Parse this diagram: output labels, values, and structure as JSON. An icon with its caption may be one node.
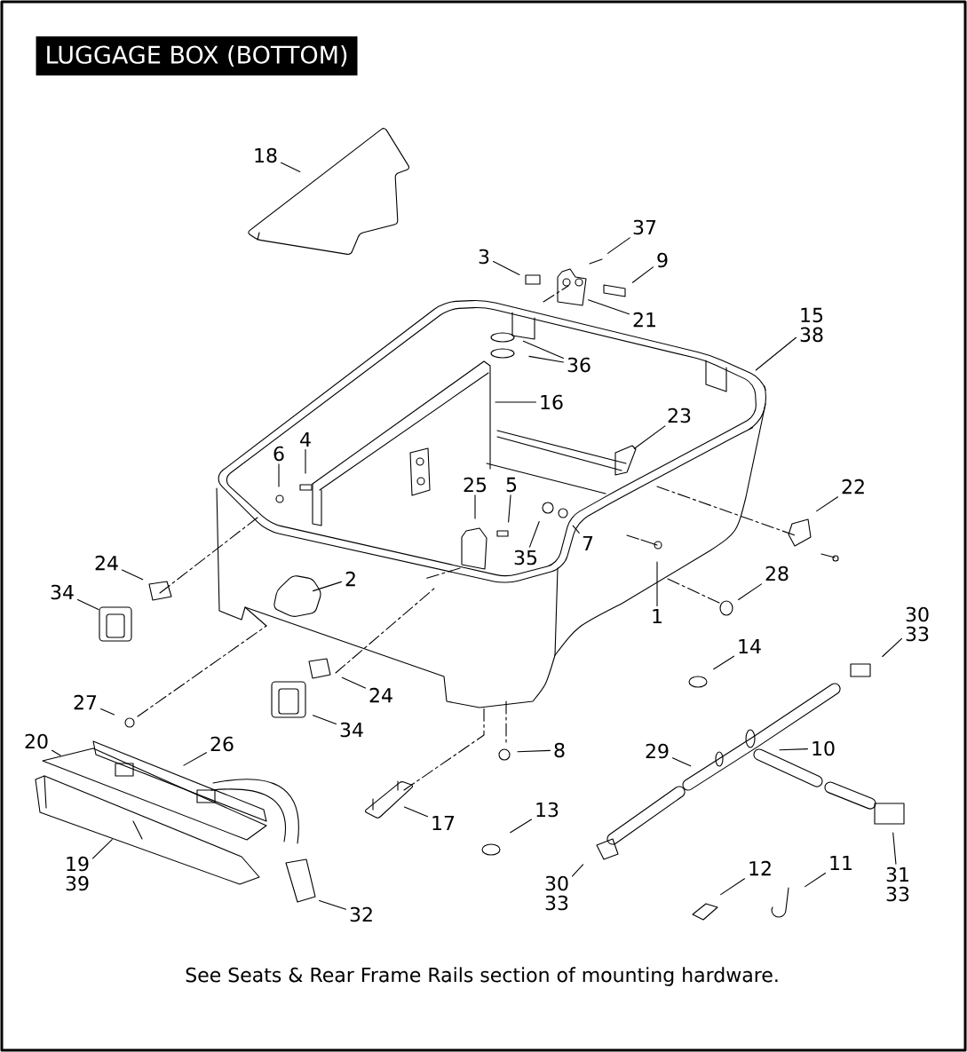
{
  "diagram": {
    "title": "LUGGAGE BOX (BOTTOM)",
    "caption": "See Seats & Rear Frame Rails section of mounting hardware.",
    "nodes": [
      {
        "text": [
          "18"
        ]
      },
      {
        "text": [
          "37"
        ]
      },
      {
        "text": [
          "3"
        ]
      },
      {
        "text": [
          "9"
        ]
      },
      {
        "text": [
          "21"
        ]
      },
      {
        "text": [
          "15",
          "38"
        ]
      },
      {
        "text": [
          "36"
        ]
      },
      {
        "text": [
          "16"
        ]
      },
      {
        "text": [
          "23"
        ]
      },
      {
        "text": [
          "6"
        ]
      },
      {
        "text": [
          "4"
        ]
      },
      {
        "text": [
          "25"
        ]
      },
      {
        "text": [
          "5"
        ]
      },
      {
        "text": [
          "35"
        ]
      },
      {
        "text": [
          "7"
        ]
      },
      {
        "text": [
          "22"
        ]
      },
      {
        "text": [
          "24"
        ]
      },
      {
        "text": [
          "34"
        ]
      },
      {
        "text": [
          "2"
        ]
      },
      {
        "text": [
          "28"
        ]
      },
      {
        "text": [
          "1"
        ]
      },
      {
        "text": [
          "30",
          "33"
        ]
      },
      {
        "text": [
          "14"
        ]
      },
      {
        "text": [
          "24"
        ]
      },
      {
        "text": [
          "34"
        ]
      },
      {
        "text": [
          "27"
        ]
      },
      {
        "text": [
          "8"
        ]
      },
      {
        "text": [
          "20"
        ]
      },
      {
        "text": [
          "26"
        ]
      },
      {
        "text": [
          "29"
        ]
      },
      {
        "text": [
          "10"
        ]
      },
      {
        "text": [
          "17"
        ]
      },
      {
        "text": [
          "13"
        ]
      },
      {
        "text": [
          "19",
          "39"
        ]
      },
      {
        "text": [
          "30",
          "33"
        ]
      },
      {
        "text": [
          "12"
        ]
      },
      {
        "text": [
          "11"
        ]
      },
      {
        "text": [
          "31",
          "33"
        ]
      },
      {
        "text": [
          "32"
        ]
      }
    ],
    "edges": [
      {
        "from": 0,
        "to": null,
        "arrow": "none"
      },
      {
        "from": 1,
        "to": null,
        "arrow": "none"
      },
      {
        "from": 2,
        "to": null,
        "arrow": "none"
      },
      {
        "from": 3,
        "to": null,
        "arrow": "none"
      },
      {
        "from": 4,
        "to": null,
        "arrow": "none"
      },
      {
        "from": 5,
        "to": null,
        "arrow": "none"
      },
      {
        "from": 6,
        "to": null,
        "arrow": "none"
      },
      {
        "from": 6,
        "to": null,
        "arrow": "none"
      },
      {
        "from": 7,
        "to": null,
        "arrow": "none"
      },
      {
        "from": 8,
        "to": null,
        "arrow": "none"
      },
      {
        "from": 9,
        "to": null,
        "arrow": "none"
      },
      {
        "from": 10,
        "to": null,
        "arrow": "none"
      },
      {
        "from": 11,
        "to": null,
        "arrow": "none"
      },
      {
        "from": 12,
        "to": null,
        "arrow": "none"
      },
      {
        "from": 13,
        "to": null,
        "arrow": "none"
      },
      {
        "from": 14,
        "to": null,
        "arrow": "none"
      },
      {
        "from": 15,
        "to": null,
        "arrow": "none"
      },
      {
        "from": 16,
        "to": null,
        "arrow": "none"
      },
      {
        "from": 17,
        "to": null,
        "arrow": "none"
      },
      {
        "from": 18,
        "to": null,
        "arrow": "none"
      },
      {
        "from": 19,
        "to": null,
        "arrow": "none"
      },
      {
        "from": 20,
        "to": null,
        "arrow": "none"
      },
      {
        "from": 21,
        "to": null,
        "arrow": "none"
      },
      {
        "from": 22,
        "to": null,
        "arrow": "none"
      },
      {
        "from": 23,
        "to": null,
        "arrow": "none"
      },
      {
        "from": 24,
        "to": null,
        "arrow": "none"
      },
      {
        "from": 25,
        "to": null,
        "arrow": "none"
      },
      {
        "from": 26,
        "to": null,
        "arrow": "none"
      },
      {
        "from": 27,
        "to": null,
        "arrow": "none"
      },
      {
        "from": 28,
        "to": null,
        "arrow": "none"
      },
      {
        "from": 29,
        "to": null,
        "arrow": "none"
      },
      {
        "from": 30,
        "to": null,
        "arrow": "none"
      },
      {
        "from": 31,
        "to": null,
        "arrow": "none"
      },
      {
        "from": 32,
        "to": null,
        "arrow": "none"
      },
      {
        "from": 33,
        "to": null,
        "arrow": "none"
      },
      {
        "from": 34,
        "to": null,
        "arrow": "none"
      },
      {
        "from": 35,
        "to": null,
        "arrow": "none"
      },
      {
        "from": 36,
        "to": null,
        "arrow": "none"
      },
      {
        "from": 37,
        "to": null,
        "arrow": "none"
      },
      {
        "from": 38,
        "to": null,
        "arrow": "none"
      }
    ]
  }
}
